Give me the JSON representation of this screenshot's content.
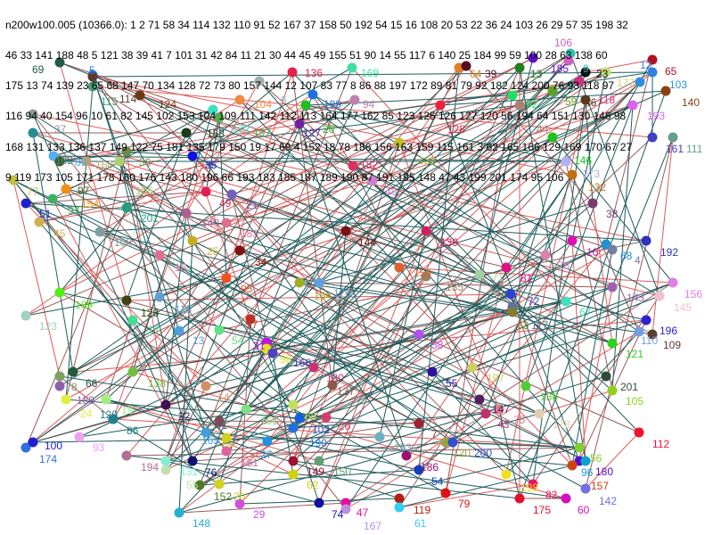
{
  "header": {
    "lines": [
      "n200w100.005 (10366.0): 1 2 71 58 34 114 132 110 91 52 167 37 158 50 192 54 15 16 108 20 53 22 36 24 103 26 29 57 35 198 32",
      "46 33 141 188 48 5 121 38 39 41 7 101 31 42 84 11 21 30 44 45 49 155 51 90 14 55 117 6 140 25 184 99 59 100 28 63 138 60",
      "175 13 74 139 23 65 68 147 70 134 128 72 73 80 157 144 12 107 83 77 8 86 88 197 172 89 81 79 92 182 124 200 76 93 118 97",
      "116 94 40 154 96 10 61 82 145 102 153 104 109 111 142 112 113 164 177 162 85 123 125 126 127 120 56 194 64 151 130 146 98",
      "168 131 133 136 137 149 122 75 181 135 179 150 19 17 69 4 152 18 78 186 156 163 159 115 161 3 62 165 166 129 169 170 67 27",
      "9 119 173 105 171 178 160 176 143 180 196 66 193 183 185 187 189 190 87 191 195 148 47 43 199 201 174 95 106"
    ]
  },
  "edge_colors": {
    "tour": "#e05a5a",
    "alt": "#9a5a5a",
    "other": "#1f5c5c"
  },
  "nodes": [
    {
      "label": "5",
      "color": "#2a7de1"
    },
    {
      "label": "114",
      "color": "#5b3a2e"
    },
    {
      "label": "115",
      "color": "#4a9c7a"
    },
    {
      "label": "124",
      "color": "#6b3a12"
    },
    {
      "label": "37",
      "color": "#8a9a9a"
    },
    {
      "label": "102",
      "color": "#2a8a9a"
    },
    {
      "label": "153",
      "color": "#1a3a1a"
    },
    {
      "label": "6",
      "color": "#a0b0b0"
    },
    {
      "label": "136",
      "color": "#e8204a"
    },
    {
      "label": "104",
      "color": "#f08a40"
    },
    {
      "label": "172",
      "color": "#3ae0c0"
    },
    {
      "label": "197",
      "color": "#50b050"
    },
    {
      "label": "35",
      "color": "#1010e0"
    },
    {
      "label": "89",
      "color": "#50b0f0"
    },
    {
      "label": "97",
      "color": "#4a5a1a"
    },
    {
      "label": "160",
      "color": "#c0a070"
    },
    {
      "label": "36",
      "color": "#6a8a4a"
    },
    {
      "label": "106",
      "color": "#b0d070"
    },
    {
      "label": "77",
      "color": "#c0c040"
    },
    {
      "label": "154",
      "color": "#f09010"
    },
    {
      "label": "51",
      "color": "#2020d0"
    },
    {
      "label": "93",
      "color": "#40b060"
    },
    {
      "label": "45",
      "color": "#d0b050"
    },
    {
      "label": "201",
      "color": "#20a080"
    },
    {
      "label": "108",
      "color": "#80a0a0"
    },
    {
      "label": "16",
      "color": "#e07090"
    },
    {
      "label": "49",
      "color": "#e02050"
    },
    {
      "label": "21",
      "color": "#7060c0"
    },
    {
      "label": "183",
      "color": "#e07090"
    },
    {
      "label": "140",
      "color": "#b06090"
    },
    {
      "label": "25",
      "color": "#c0b020"
    },
    {
      "label": "34",
      "color": "#801010"
    },
    {
      "label": "95",
      "color": "#f05020"
    },
    {
      "label": "164",
      "color": "#a0b020"
    },
    {
      "label": "176",
      "color": "#60a0e0"
    },
    {
      "label": "189",
      "color": "#50f010"
    },
    {
      "label": "128",
      "color": "#404010"
    },
    {
      "label": "119",
      "color": "#60a0d0"
    },
    {
      "label": "94",
      "color": "#c080b0"
    },
    {
      "label": "199",
      "color": "#2070e0"
    },
    {
      "label": "20",
      "color": "#20c020"
    },
    {
      "label": "127",
      "color": "#7020a0"
    },
    {
      "label": "182",
      "color": "#e03060"
    },
    {
      "label": "144",
      "color": "#7a1010"
    },
    {
      "label": "64",
      "color": "#e08020"
    },
    {
      "label": "39",
      "color": "#5a0a20"
    },
    {
      "label": "13",
      "color": "#208020"
    },
    {
      "label": "9",
      "color": "#30c0b0"
    },
    {
      "label": "23",
      "color": "#101010"
    },
    {
      "label": "177",
      "color": "#c0e070"
    },
    {
      "label": "12",
      "color": "#3080e0"
    },
    {
      "label": "65",
      "color": "#b01020"
    },
    {
      "label": "103",
      "color": "#3090e0"
    },
    {
      "label": "140",
      "color": "#8a4010"
    },
    {
      "label": "118",
      "color": "#d03080"
    },
    {
      "label": "59",
      "color": "#60a020"
    },
    {
      "label": "46",
      "color": "#5a3a1a"
    },
    {
      "label": "193",
      "color": "#e060f0"
    },
    {
      "label": "92",
      "color": "#20e060"
    },
    {
      "label": "44",
      "color": "#b08070"
    },
    {
      "label": "128",
      "color": "#f02040"
    },
    {
      "label": "122",
      "color": "#c0c020"
    },
    {
      "label": "146",
      "color": "#20c020"
    },
    {
      "label": "161",
      "color": "#4040c0"
    },
    {
      "label": "111",
      "color": "#60a090"
    },
    {
      "label": "173",
      "color": "#b0b0f0"
    },
    {
      "label": "132",
      "color": "#c07010"
    },
    {
      "label": "38",
      "color": "#7a3a6a"
    },
    {
      "label": "192",
      "color": "#3030c0"
    },
    {
      "label": "139",
      "color": "#d02060"
    },
    {
      "label": "10",
      "color": "#e010b0"
    },
    {
      "label": "68",
      "color": "#2090d0"
    },
    {
      "label": "4",
      "color": "#7080a0"
    },
    {
      "label": "78",
      "color": "#e080b0"
    },
    {
      "label": "48",
      "color": "#d080d0"
    },
    {
      "label": "81",
      "color": "#e01080"
    },
    {
      "label": "143",
      "color": "#a060b0"
    },
    {
      "label": "156",
      "color": "#e080e0"
    },
    {
      "label": "145",
      "color": "#f0c0d0"
    },
    {
      "label": "123",
      "color": "#a0d0c0"
    },
    {
      "label": "17",
      "color": "#40e090"
    },
    {
      "label": "13",
      "color": "#50a0e0"
    },
    {
      "label": "57",
      "color": "#c03020"
    },
    {
      "label": "54",
      "color": "#60e080"
    },
    {
      "label": "31",
      "color": "#c010e0"
    },
    {
      "label": "98",
      "color": "#e0e020"
    },
    {
      "label": "168",
      "color": "#5040c0"
    },
    {
      "label": "130",
      "color": "#d03070"
    },
    {
      "label": "137",
      "color": "#8a5a4a"
    },
    {
      "label": "66",
      "color": "#205a3a"
    },
    {
      "label": "8",
      "color": "#80a060"
    },
    {
      "label": "189",
      "color": "#9060b0"
    },
    {
      "label": "24",
      "color": "#e0f040"
    },
    {
      "label": "138",
      "color": "#70c040"
    },
    {
      "label": "19",
      "color": "#a0f080"
    },
    {
      "label": "120",
      "color": "#208090"
    },
    {
      "label": "86",
      "color": "#208090"
    },
    {
      "label": "22",
      "color": "#401050"
    },
    {
      "label": "14",
      "color": "#d09060"
    },
    {
      "label": "161",
      "color": "#80e080"
    },
    {
      "label": "68",
      "color": "#c0e060"
    },
    {
      "label": "102",
      "color": "#1060e0"
    },
    {
      "label": "190",
      "color": "#2070e0"
    },
    {
      "label": "41",
      "color": "#7a4a5a"
    },
    {
      "label": "165",
      "color": "#40a0e0"
    },
    {
      "label": "83",
      "color": "#d0d020"
    },
    {
      "label": "181",
      "color": "#e060a0"
    },
    {
      "label": "27",
      "color": "#2090e0"
    },
    {
      "label": "174",
      "color": "#3070e0"
    },
    {
      "label": "100",
      "color": "#2020d0"
    },
    {
      "label": "93",
      "color": "#f0a0f0"
    },
    {
      "label": "194",
      "color": "#b07090"
    },
    {
      "label": "131",
      "color": "#80f0d0"
    },
    {
      "label": "55",
      "color": "#c0e0b0"
    },
    {
      "label": "76",
      "color": "#101070"
    },
    {
      "label": "152",
      "color": "#507a20"
    },
    {
      "label": "20",
      "color": "#d0d020"
    },
    {
      "label": "149",
      "color": "#a01030"
    },
    {
      "label": "150",
      "color": "#60a070"
    },
    {
      "label": "62",
      "color": "#d0d010"
    },
    {
      "label": "29",
      "color": "#d050e0"
    },
    {
      "label": "148",
      "color": "#20b0d0"
    },
    {
      "label": "74",
      "color": "#1010a0"
    },
    {
      "label": "47",
      "color": "#e010a0"
    },
    {
      "label": "167",
      "color": "#c090e0"
    },
    {
      "label": "58",
      "color": "#b050f0"
    },
    {
      "label": "55",
      "color": "#3010a0"
    },
    {
      "label": "197",
      "color": "#d0d060"
    },
    {
      "label": "138",
      "color": "#50d030"
    },
    {
      "label": "147",
      "color": "#502060"
    },
    {
      "label": "75",
      "color": "#e08090"
    },
    {
      "label": "43",
      "color": "#c03070"
    },
    {
      "label": "178",
      "color": "#e0d0b0"
    },
    {
      "label": "201",
      "color": "#304a3a"
    },
    {
      "label": "105",
      "color": "#90d020"
    },
    {
      "label": "112",
      "color": "#f01030"
    },
    {
      "label": "121",
      "color": "#30d020"
    },
    {
      "label": "196",
      "color": "#3020d0"
    },
    {
      "label": "109",
      "color": "#5a4030"
    },
    {
      "label": "110",
      "color": "#70a0e0"
    },
    {
      "label": "67",
      "color": "#40e0c0"
    },
    {
      "label": "117",
      "color": "#6070a0"
    },
    {
      "label": "63",
      "color": "#808030"
    },
    {
      "label": "26",
      "color": "#d04070"
    },
    {
      "label": "153",
      "color": "#70b0c0"
    },
    {
      "label": "120",
      "color": "#a0a040"
    },
    {
      "label": "200",
      "color": "#3050d0"
    },
    {
      "label": "186",
      "color": "#a01070"
    },
    {
      "label": "54",
      "color": "#1040c0"
    },
    {
      "label": "7",
      "color": "#a02030"
    },
    {
      "label": "198",
      "color": "#f0e020"
    },
    {
      "label": "82",
      "color": "#f01060"
    },
    {
      "label": "175",
      "color": "#e01030"
    },
    {
      "label": "60",
      "color": "#d010c0"
    },
    {
      "label": "142",
      "color": "#7070e0"
    },
    {
      "label": "56",
      "color": "#80d030"
    },
    {
      "label": "180",
      "color": "#5010d0"
    },
    {
      "label": "96",
      "color": "#10a0d0"
    },
    {
      "label": "157",
      "color": "#d04010"
    },
    {
      "label": "79",
      "color": "#e01010"
    },
    {
      "label": "119",
      "color": "#b02010"
    },
    {
      "label": "61",
      "color": "#30d0f0"
    },
    {
      "label": "69",
      "color": "#205a4a"
    },
    {
      "label": "185",
      "color": "#6010d0"
    },
    {
      "label": "169",
      "color": "#40e0a0"
    },
    {
      "label": "106",
      "color": "#d060c0"
    },
    {
      "label": "135",
      "color": "#9a8060"
    },
    {
      "label": "71",
      "color": "#a0d0a0"
    },
    {
      "label": "72",
      "color": "#3040d0"
    },
    {
      "label": "159",
      "color": "#e06030"
    }
  ]
}
